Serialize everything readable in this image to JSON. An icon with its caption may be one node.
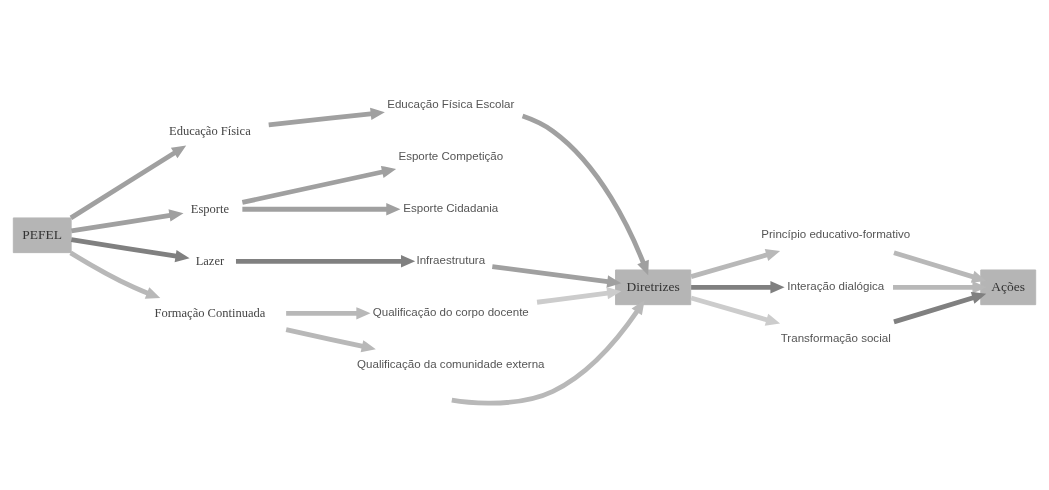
{
  "diagram": {
    "nodes": [
      {
        "text": [
          "PEFEL"
        ]
      },
      {
        "text": [
          "Educação Física"
        ]
      },
      {
        "text": [
          "Educação Física Escolar"
        ]
      },
      {
        "text": [
          "Esporte"
        ]
      },
      {
        "text": [
          "Esporte Competição"
        ]
      },
      {
        "text": [
          "Esporte Cidadania"
        ]
      },
      {
        "text": [
          "Lazer"
        ]
      },
      {
        "text": [
          "Infraestrutura"
        ]
      },
      {
        "text": [
          "Formação Continuada"
        ]
      },
      {
        "text": [
          "Qualificação do corpo docente"
        ]
      },
      {
        "text": [
          "Qualificação da comunidade externa"
        ]
      },
      {
        "text": [
          "Diretrizes"
        ]
      },
      {
        "text": [
          "Princípio educativo-formativo"
        ]
      },
      {
        "text": [
          "Interação dialógica"
        ]
      },
      {
        "text": [
          "Transformação social"
        ]
      },
      {
        "text": [
          "Ações"
        ]
      }
    ],
    "edges": [
      {
        "from": 0,
        "to": 1,
        "arrow": "to"
      },
      {
        "from": 1,
        "to": 2,
        "arrow": "to"
      },
      {
        "from": 0,
        "to": 3,
        "arrow": "to"
      },
      {
        "from": 3,
        "to": 4,
        "arrow": "to"
      },
      {
        "from": 3,
        "to": 5,
        "arrow": "to"
      },
      {
        "from": 0,
        "to": 6,
        "arrow": "to",
        "color": "#808080"
      },
      {
        "from": 6,
        "to": 7,
        "arrow": "to",
        "color": "#808080"
      },
      {
        "from": 0,
        "to": 8,
        "arrow": "to",
        "color": "#b8b8b8"
      },
      {
        "from": 8,
        "to": 9,
        "arrow": "to",
        "color": "#b8b8b8"
      },
      {
        "from": 8,
        "to": 10,
        "arrow": "to",
        "color": "#b8b8b8"
      },
      {
        "from": 2,
        "to": 11,
        "arrow": "to"
      },
      {
        "from": null,
        "to": 11,
        "arrow": "to",
        "color": "#b8b8b8"
      },
      {
        "from": 7,
        "to": 11,
        "arrow": "to"
      },
      {
        "from": 9,
        "to": 11,
        "arrow": "to",
        "color": "#cccccc"
      },
      {
        "from": 11,
        "to": 12,
        "arrow": "to",
        "color": "#b8b8b8"
      },
      {
        "from": 11,
        "to": 13,
        "arrow": "to",
        "color": "#808080"
      },
      {
        "from": 11,
        "to": 14,
        "arrow": "to",
        "color": "#cccccc"
      },
      {
        "from": 12,
        "to": 15,
        "arrow": "to",
        "color": "#b8b8b8"
      },
      {
        "from": 13,
        "to": 15,
        "arrow": "to",
        "color": "#b8b8b8"
      },
      {
        "from": 14,
        "to": 15,
        "arrow": "to",
        "color": "#808080"
      }
    ]
  }
}
